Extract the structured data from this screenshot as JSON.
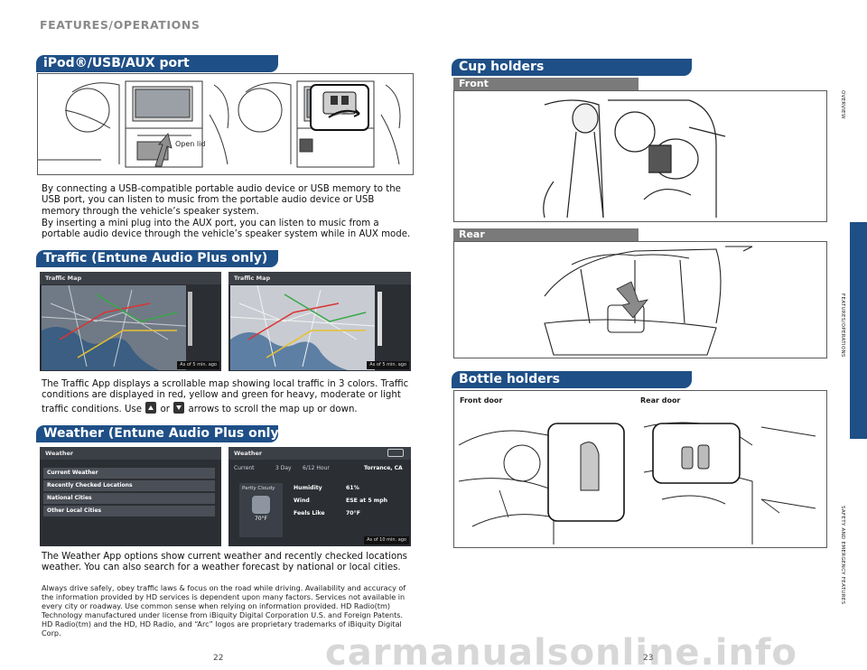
{
  "header": {
    "title": "FEATURES/OPERATIONS"
  },
  "ipod": {
    "title": "iPod®/USB/AUX port",
    "callout": "Open lid",
    "paragraph1": "By connecting a USB-compatible portable audio device or USB memory to the USB port, you can listen to music from the portable audio device or USB memory through the vehicle’s speaker system.",
    "paragraph2": "By inserting a mini plug into the AUX port, you can listen to music from a portable audio device through the vehicle’s speaker system while in AUX mode."
  },
  "traffic": {
    "title": "Traffic (Entune Audio Plus only)",
    "screen_title": "Traffic Map",
    "screen_time": "As of 5 min. ago",
    "text_line1": "The Traffic App displays a scrollable map showing local traffic in 3 colors.  Traffic",
    "text_line2": "conditions are displayed in red, yellow and green for heavy, moderate or light",
    "text_line3a": "traffic conditions. Use",
    "text_or": "or",
    "text_line3b": "arrows to scroll the map up or down."
  },
  "weather": {
    "title": "Weather (Entune Audio Plus only)",
    "screen_title": "Weather",
    "menu": [
      "Current Weather",
      "Recently Checked Locations",
      "National Cities",
      "Other Local Cities"
    ],
    "tabs": [
      "Current",
      "3 Day",
      "6/12 Hour"
    ],
    "location": "Torrance, CA",
    "condition": "Partly Cloudy",
    "current_temp": "70°F",
    "metrics": [
      {
        "label": "Humidity",
        "value": "61%"
      },
      {
        "label": "Wind",
        "value": "ESE at 5 mph"
      },
      {
        "label": "Feels Like",
        "value": "70°F"
      }
    ],
    "screen_time": "As of 10 min. ago",
    "paragraph": "The Weather App options show current weather and recently checked locations weather.  You can also search for a weather forecast by national or local cities."
  },
  "disclaimer": "Always drive safely, obey traffic laws & focus on the road while driving. Availability and accuracy of the information provided by HD services is dependent upon many factors. Services not available in every city or roadway. Use common sense when relying on information provided.  HD Radio(tm) Technology manufactured under license from iBiquity Digital Corporation U.S. and Foreign Patents. HD Radio(tm) and the HD, HD Radio, and “Arc” logos are proprietary trademarks of iBiquity Digital Corp.",
  "cup_holders": {
    "title": "Cup holders",
    "front_label": "Front",
    "rear_label": "Rear"
  },
  "bottle_holders": {
    "title": "Bottle holders",
    "front_label": "Front door",
    "rear_label": "Rear door"
  },
  "page_numbers": {
    "left": "22",
    "right": "23"
  },
  "sidebar": {
    "tabs": [
      "OVERVIEW",
      "FEATURES/OPERATIONS",
      "SAFETY AND EMERGENCY FEATURES"
    ]
  },
  "watermark": "carmanualsonline.info",
  "colors": {
    "banner": "#1e4f86",
    "subbar": "#7a7a7a",
    "sidebar": "#1e4f86"
  }
}
